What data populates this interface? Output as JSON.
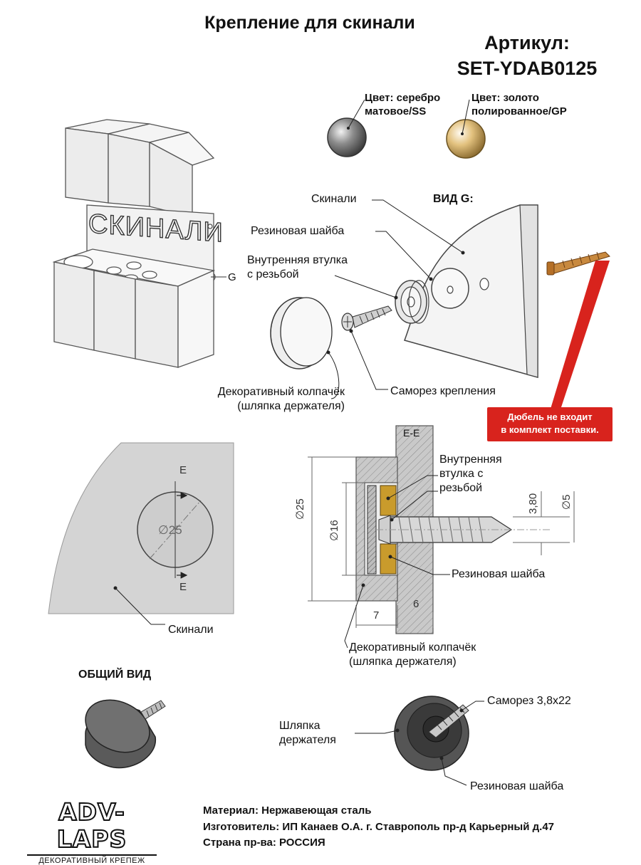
{
  "title": "Крепление для скинали",
  "article": {
    "label": "Артикул:",
    "code": "SET-YDAB0125"
  },
  "colors": {
    "silver": {
      "line1": "Цвет: серебро",
      "line2": "матовое/SS",
      "swatch": "#7a7a7a"
    },
    "gold": {
      "line1": "Цвет: золото",
      "line2": "полированное/GP",
      "swatch": "#d9b878"
    }
  },
  "kitchen": {
    "panel_text": "СКИНАЛИ",
    "marker": "G"
  },
  "view_g": {
    "heading": "ВИД G:",
    "labels": {
      "skinali": "Скинали",
      "rubber_washer": "Резиновая шайба",
      "inner_bushing_1": "Внутренняя втулка",
      "inner_bushing_2": "с резьбой",
      "cap_1": "Декоративный колпачёк",
      "cap_2": "(шляпка держателя)",
      "screw": "Саморез крепления"
    },
    "notice": {
      "line1": "Дюбель не входит",
      "line2": "в комплект поставки."
    }
  },
  "front_view": {
    "section_mark": "E",
    "diameter": "∅25",
    "label": "Скинали"
  },
  "section": {
    "name": "E-E",
    "labels": {
      "inner_bushing_1": "Внутренняя",
      "inner_bushing_2": "втулка с",
      "inner_bushing_3": "резьбой",
      "rubber_washer": "Резиновая шайба",
      "cap_1": "Декоративный колпачёк",
      "cap_2": "(шляпка держателя)"
    },
    "dims": {
      "d25": "∅25",
      "d16": "∅16",
      "d380": "3,80",
      "d5": "∅5",
      "w7": "7",
      "w6": "6"
    }
  },
  "general_view": {
    "heading": "ОБЩИЙ ВИД",
    "screw": "Саморез 3,8х22",
    "cap_1": "Шляпка",
    "cap_2": "держателя",
    "washer": "Резиновая шайба"
  },
  "footer": {
    "material": "Материал: Нержавеющая сталь",
    "maker": "Изготовитель: ИП Канаев О.А. г. Ставрополь пр-д Карьерный  д.47",
    "country": "Страна пр-ва: РОССИЯ"
  },
  "logo": {
    "name": "ADV-LAPS",
    "tagline": "ДЕКОРАТИВНЫЙ КРЕПЕЖ"
  }
}
